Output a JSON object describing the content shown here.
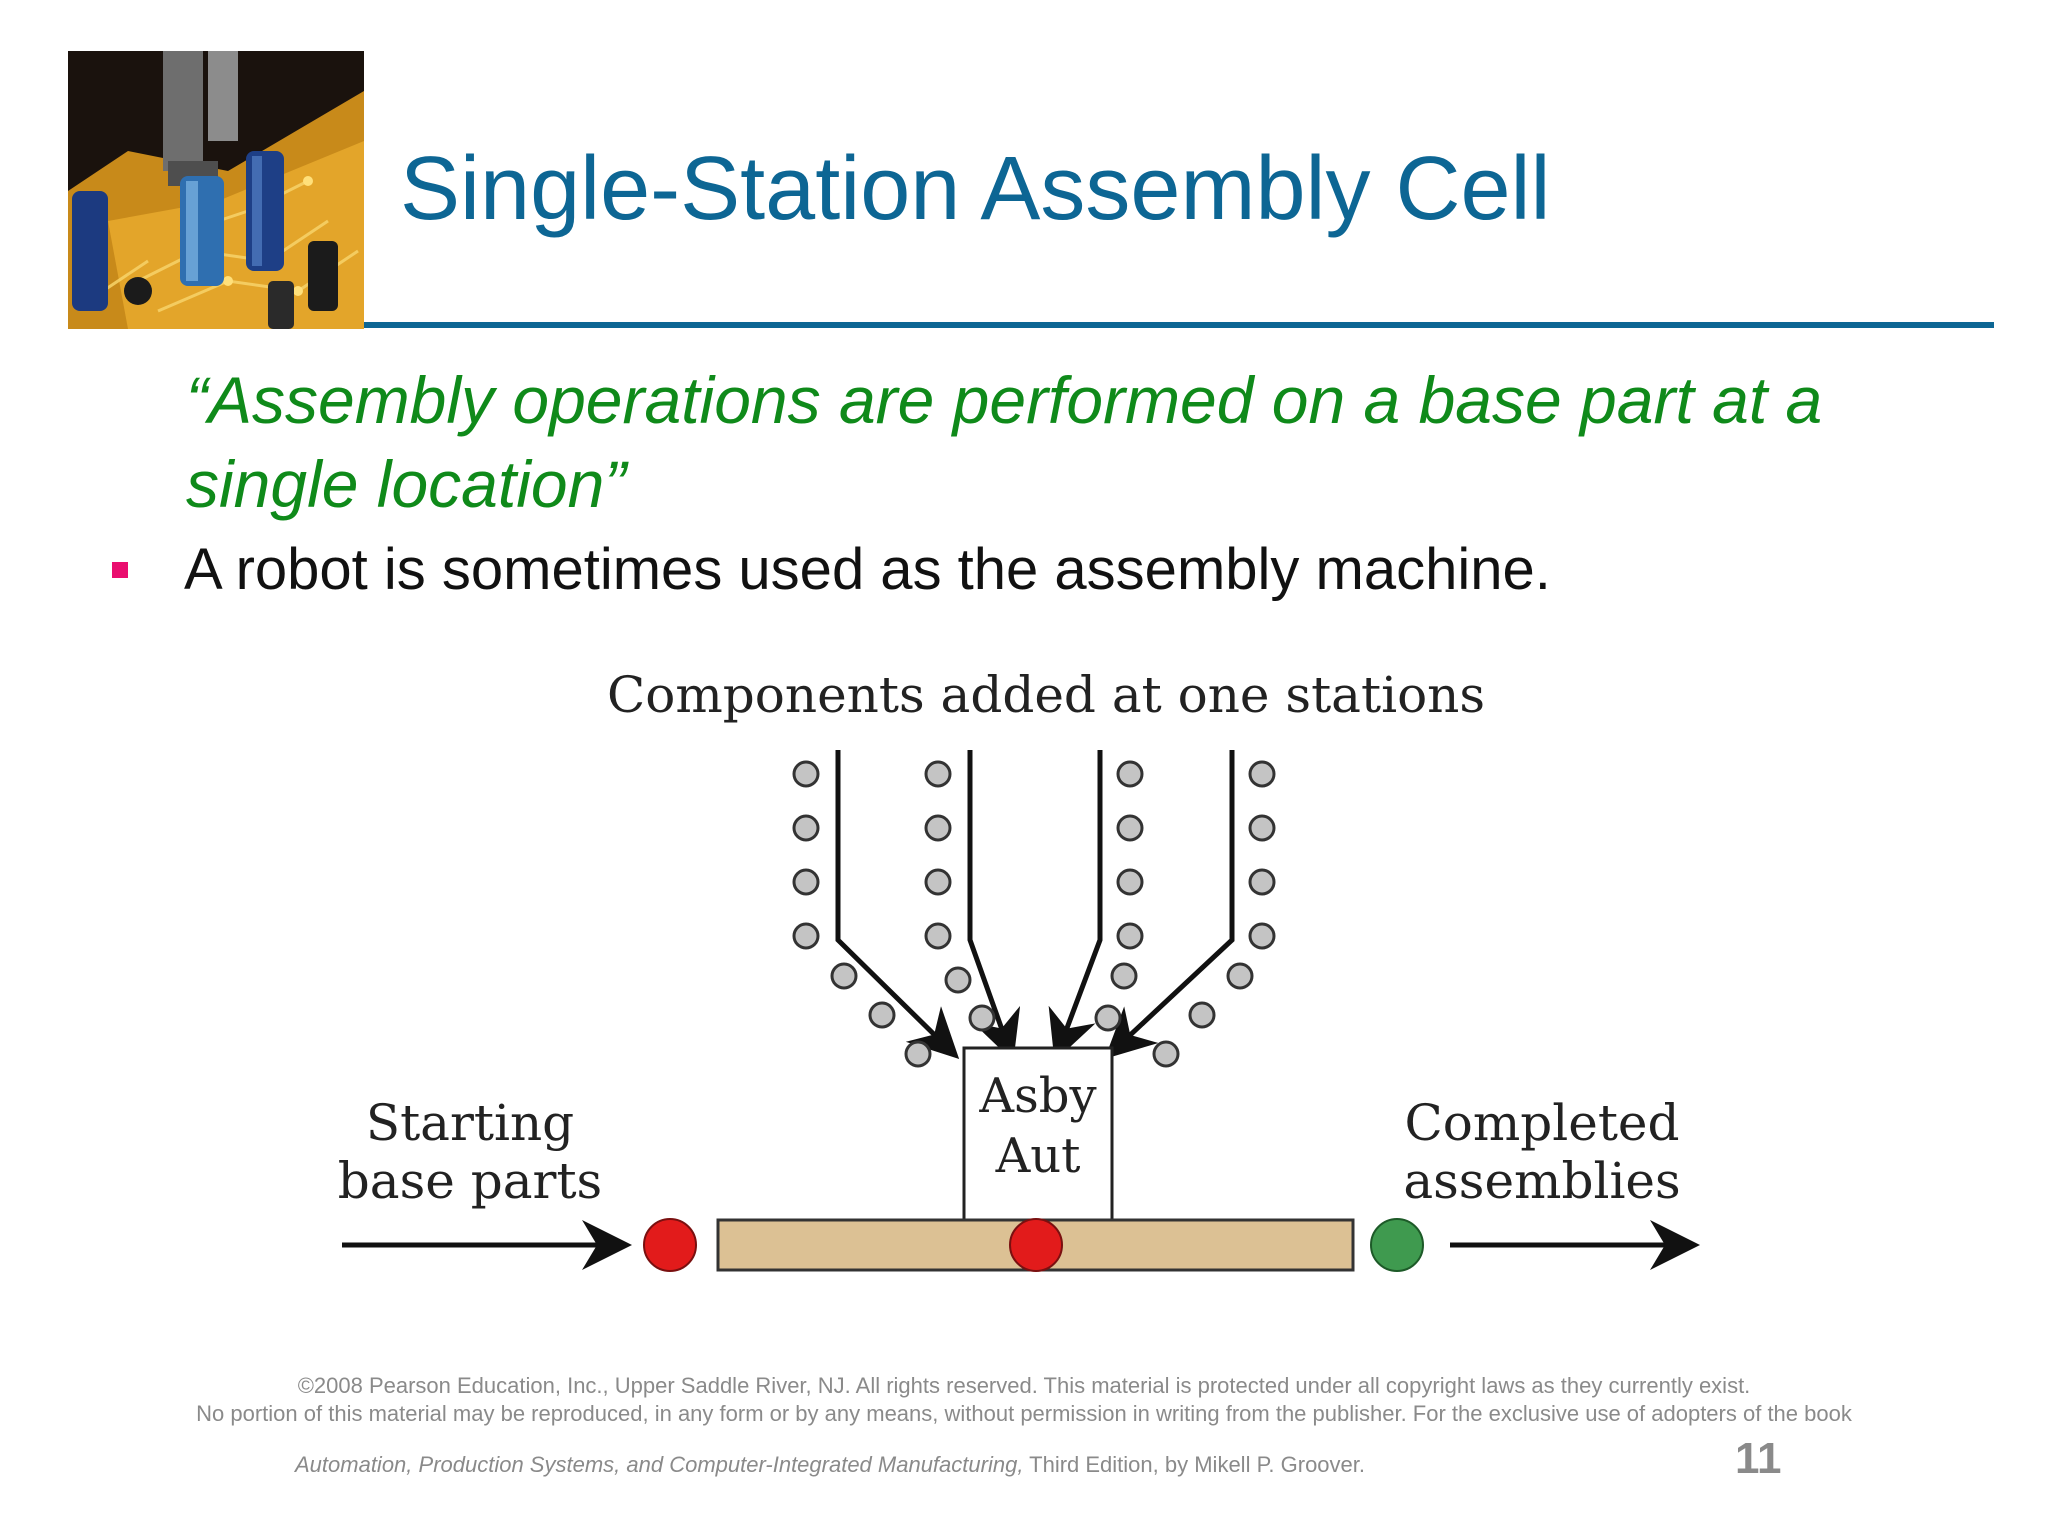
{
  "slide": {
    "title": "Single-Station Assembly Cell",
    "quote": "“Assembly operations are performed on a base part at a single location”",
    "bullets": [
      "A robot is sometimes used as the assembly machine."
    ],
    "accent_colors": {
      "title": "#0d6694",
      "quote": "#0f8a1a",
      "bullet_marker": "#ea0e6f"
    }
  },
  "diagram": {
    "top_label": "Components added at one stations",
    "left_label_line1": "Starting",
    "left_label_line2": "base parts",
    "right_label_line1": "Completed",
    "right_label_line2": "assemblies",
    "machine_label_line1": "Asby",
    "machine_label_line2": "Aut",
    "colors": {
      "conveyor": "#dcc194",
      "base_part": "#e21b1b",
      "completed_part": "#3f9a4f",
      "component": "#c4c4c4"
    }
  },
  "footer": {
    "copyright_line1": "©2008 Pearson Education, Inc., Upper Saddle River, NJ.  All rights reserved.  This material is protected under all copyright laws as they currently exist.",
    "copyright_line2": "No portion of this material may be reproduced, in any form or by any means, without permission in writing from the publisher.  For the exclusive use of adopters of the book",
    "book_title": "Automation, Production Systems, and Computer-Integrated Manufacturing,",
    "book_edition": " Third Edition, by Mikell P. Groover.",
    "page_number": "11"
  }
}
